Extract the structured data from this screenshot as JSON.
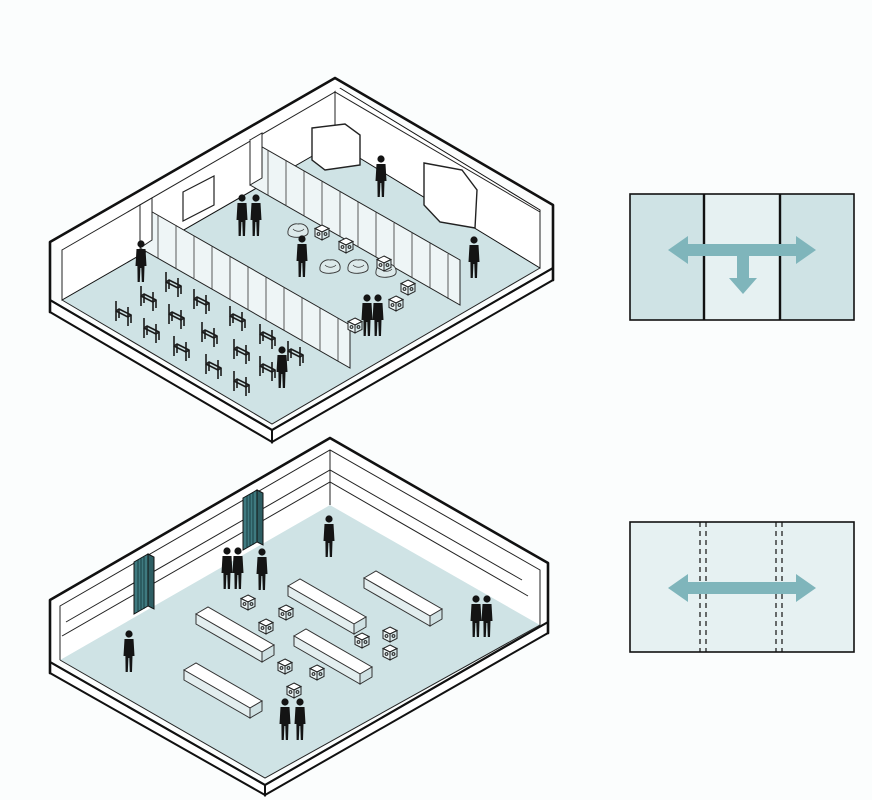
{
  "colors": {
    "background": "#fbfdfd",
    "floor": "#cfe3e5",
    "floor_shadow": "#b7d3d6",
    "wall_fill": "#ffffff",
    "outline": "#111111",
    "partition": "#eef5f6",
    "partition_stack": "#3f7a80",
    "arrow": "#7fb5bb",
    "panel_dark": "#cfe3e5",
    "panel_light": "#e6f1f2"
  },
  "diagrams": [
    {
      "name": "divided-layout",
      "partitions": "closed",
      "rooms": 3
    },
    {
      "name": "open-layout",
      "partitions": "stacked",
      "rooms": 1
    }
  ],
  "icons": {
    "divided_plan": "plan-divided-icon",
    "open_plan": "plan-open-icon"
  }
}
